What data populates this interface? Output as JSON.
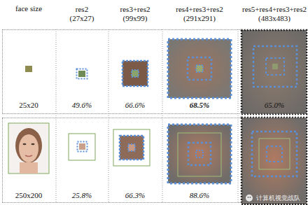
{
  "diagram": {
    "nodes": [
      {
        "text": [
          "25x20",
          "49.6%",
          "66.6%",
          "68.5%",
          "65.0%"
        ]
      },
      {
        "text": [
          "250x200",
          "25.8%",
          "66.3%",
          "88.6%"
        ]
      }
    ],
    "labels": [
      "face size",
      "res2 (27x27)",
      "res3+res2 (99x99)",
      "res4+res3+res2 (291x291)",
      "res5+res4+res3+res2 (483x483)",
      "计算机视觉战队"
    ]
  }
}
